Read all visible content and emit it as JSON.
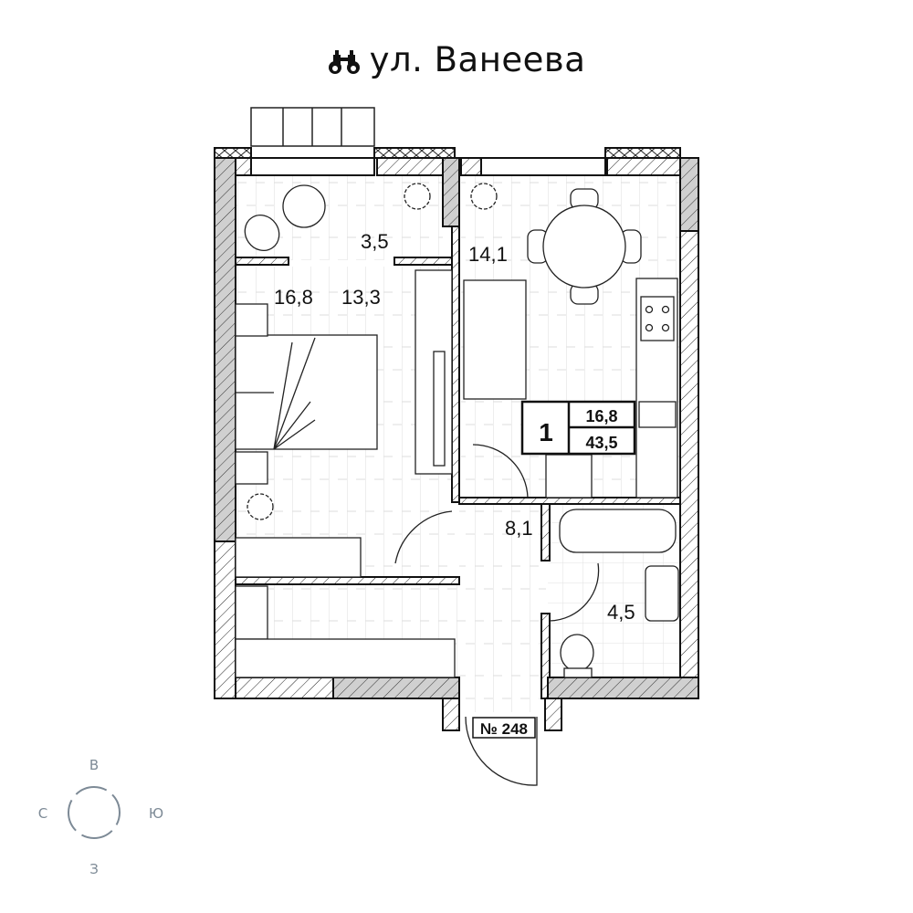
{
  "header": {
    "icon": "binoculars-icon",
    "street": "ул. Ванеева"
  },
  "rooms": [
    {
      "name": "loggia",
      "area": "3,5"
    },
    {
      "name": "kitchen",
      "area": "14,1"
    },
    {
      "name": "living",
      "area": "16,8"
    },
    {
      "name": "bedroom",
      "area": "13,3"
    },
    {
      "name": "hall",
      "area": "8,1"
    },
    {
      "name": "bathroom",
      "area": "4,5"
    }
  ],
  "summary": {
    "rooms_count": "1",
    "living_area": "16,8",
    "total_area": "43,5"
  },
  "apartment_number": "№ 248",
  "compass": {
    "north": "С",
    "south": "Ю",
    "east": "В",
    "west": "З"
  },
  "colors": {
    "wall": "#1a1a1a",
    "wall_fill": "#cfcfcf",
    "floor_lines": "#d8d8d8",
    "compass": "#7d8a96"
  }
}
